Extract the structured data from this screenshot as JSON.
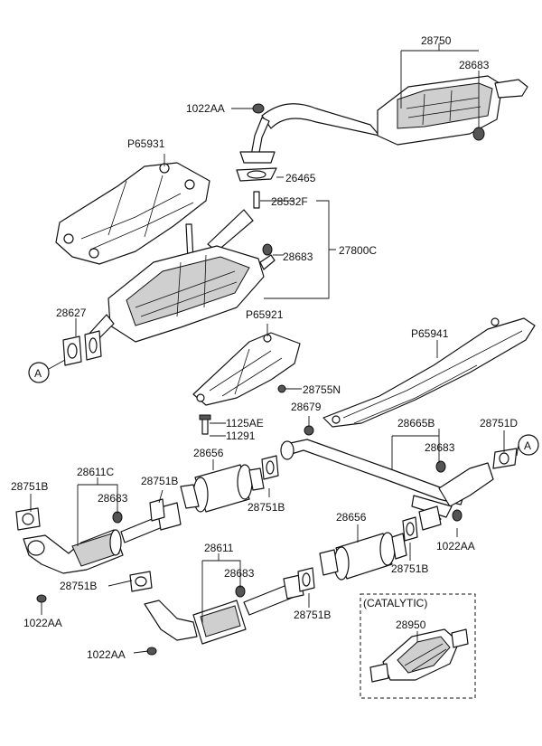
{
  "labels": {
    "p28750": "28750",
    "p28683_muffler": "28683",
    "p1022AA_top": "1022AA",
    "pP65931": "P65931",
    "p26465": "26465",
    "p28532F": "28532F",
    "p28683_center": "28683",
    "p27800C": "27800C",
    "p28627": "28627",
    "pP65921": "P65921",
    "pP65941": "P65941",
    "p28755N": "28755N",
    "p28679": "28679",
    "p1125AE": "1125AE",
    "p11291": "11291",
    "p28665B": "28665B",
    "p28751D": "28751D",
    "p28683_front": "28683",
    "p28656_upper": "28656",
    "p28611C": "28611C",
    "p28751B_a": "28751B",
    "p28751B_b": "28751B",
    "p28683_c": "28683",
    "p28751B_c": "28751B",
    "p28656_lower": "28656",
    "p1022AA_right": "1022AA",
    "p28751B_d": "28751B",
    "p28611": "28611",
    "p28683_d": "28683",
    "p28751B_e": "28751B",
    "p28751B_f": "28751B",
    "p1022AA_left": "1022AA",
    "p1022AA_bottom": "1022AA",
    "catalytic_title": "(CATALYTIC)",
    "p28950": "28950",
    "ref_A_left": "A",
    "ref_A_right": "A"
  },
  "icons": {
    "heat_shield": "heat-shield-icon",
    "muffler": "muffler-icon",
    "converter": "catalytic-converter-icon",
    "gasket": "gasket-icon",
    "nut": "nut-icon",
    "bolt": "bolt-icon"
  }
}
